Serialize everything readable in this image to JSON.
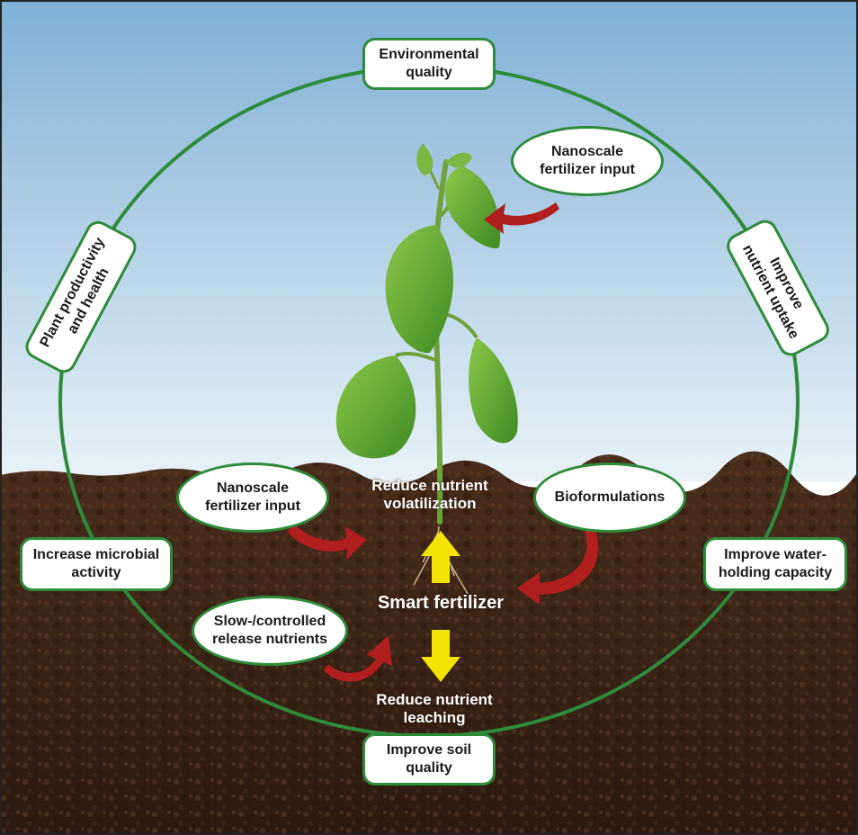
{
  "cycle_labels": {
    "environmental_quality": "Environmental quality",
    "improve_nutrient_uptake": "Improve nutrient uptake",
    "improve_water_holding": "Improve water-holding capacity",
    "improve_soil_quality": "Improve soil quality",
    "increase_microbial_activity": "Increase microbial activity",
    "plant_productivity": "Plant productivity and health"
  },
  "inputs": {
    "nanoscale_top": "Nanoscale fertilizer input",
    "nanoscale_left": "Nanoscale fertilizer input",
    "bioformulations": "Bioformulations",
    "slow_release": "Slow-/controlled release nutrients"
  },
  "center": {
    "reduce_volatilization": "Reduce nutrient volatilization",
    "smart_fertilizer": "Smart fertilizer",
    "reduce_leaching": "Reduce nutrient leaching"
  },
  "colors": {
    "sky_top": "#7fb0d6",
    "sky_bottom": "#e8f2f8",
    "soil": "#3b2417",
    "circle": "#2e8b3a",
    "arrow_red": "#b01e1e",
    "arrow_yellow": "#f2e400",
    "leaf": "#5fa532"
  }
}
